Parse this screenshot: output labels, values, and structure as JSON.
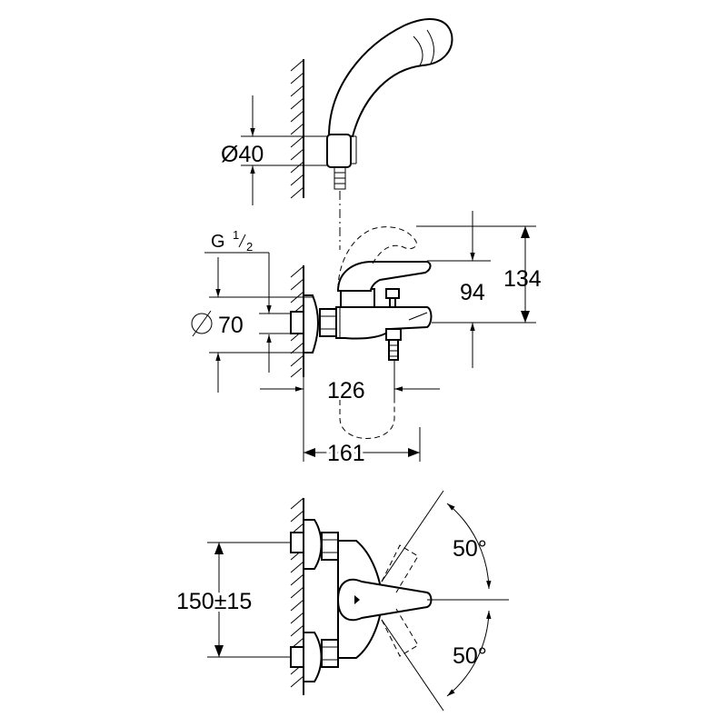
{
  "dimensions": {
    "shower_holder_diameter": "Ø40",
    "thread_size_prefix": "G ",
    "thread_numerator": "1",
    "thread_denominator": "2",
    "rosette_diameter": "70",
    "lever_height": "94",
    "total_height": "134",
    "spout_length": "126",
    "total_depth": "161",
    "inlet_spacing": "150±15",
    "lever_angle_up": "50°",
    "lever_angle_down": "50°"
  }
}
